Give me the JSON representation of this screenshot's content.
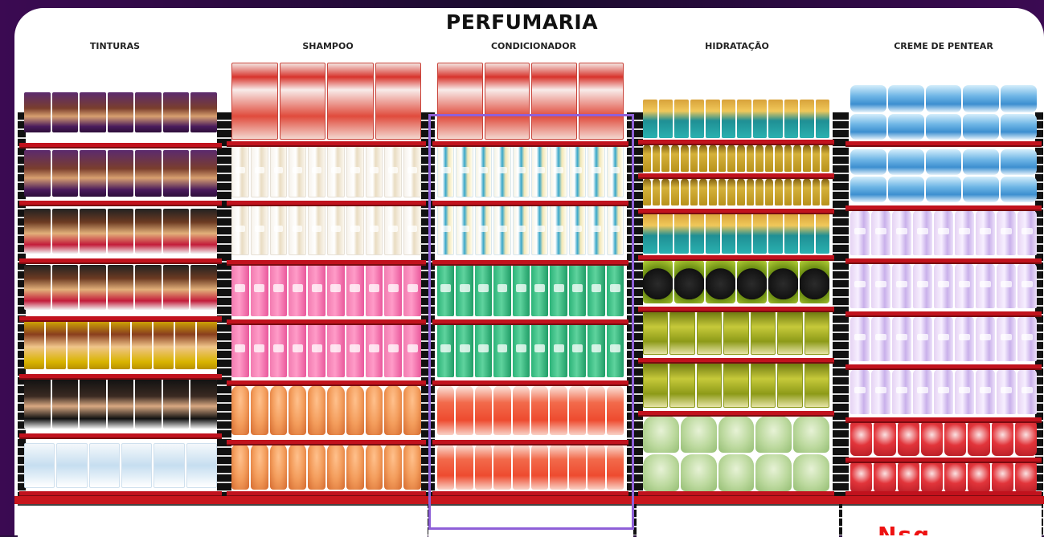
{
  "title": "PERFUMARIA",
  "categories": [
    {
      "label": "TINTURAS"
    },
    {
      "label": "SHAMPOO"
    },
    {
      "label": "CONDICIONADOR"
    },
    {
      "label": "HIDRATAÇÃO"
    },
    {
      "label": "CREME DE PENTEAR"
    }
  ],
  "brand_mark": "Nsq",
  "colors": {
    "shelf": "#c1121d",
    "selection_frame": "#8e60d8",
    "background": "#2a0f3e"
  }
}
